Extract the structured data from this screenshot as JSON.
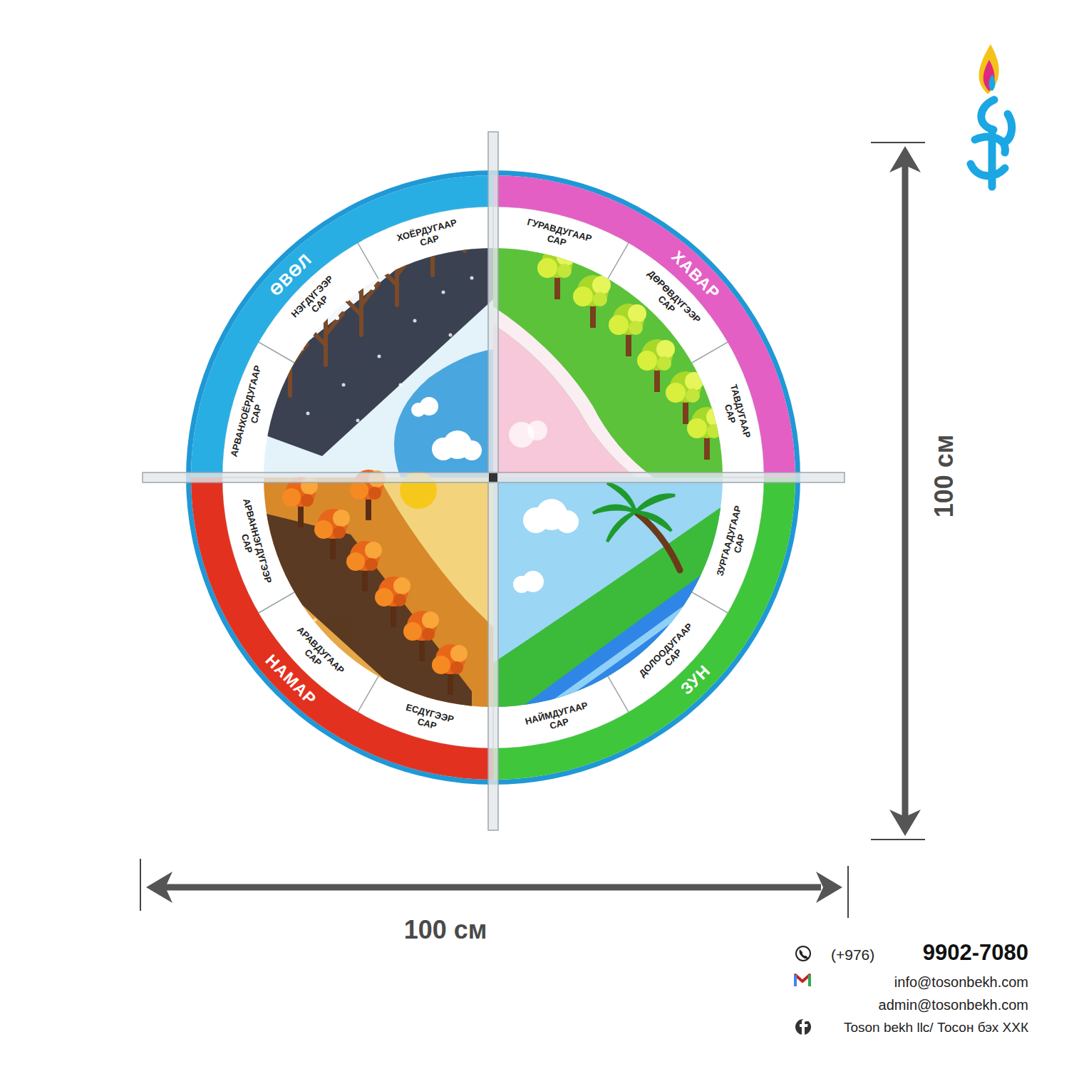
{
  "diagram": {
    "nodes": [
      {
        "text": [
          "ӨВӨЛ"
        ]
      },
      {
        "text": [
          "АРВАНХОЁРДУГААР САР"
        ]
      },
      {
        "text": [
          "НЭГДҮГЭЭР САР"
        ]
      },
      {
        "text": [
          "ХОЁРДУГААР САР"
        ]
      },
      {
        "text": [
          "ХАВАР"
        ]
      },
      {
        "text": [
          "ГУРАВДУГААР САР"
        ]
      },
      {
        "text": [
          "ДӨРӨВДҮГЭЭР САР"
        ]
      },
      {
        "text": [
          "ТАВДУГААР САР"
        ]
      },
      {
        "text": [
          "ЗУН"
        ]
      },
      {
        "text": [
          "ЗУРГААДУГААР САР"
        ]
      },
      {
        "text": [
          "ДОЛООДУГААР САР"
        ]
      },
      {
        "text": [
          "НАЙМДУГААР САР"
        ]
      },
      {
        "text": [
          "НАМАР"
        ]
      },
      {
        "text": [
          "ЕСДҮГЭЭР САР"
        ]
      },
      {
        "text": [
          "АРАВДУГААР САР"
        ]
      },
      {
        "text": [
          "АРВАННЭГДҮГЭЭР САР"
        ]
      }
    ],
    "labels": [
      "100 см",
      "100 см",
      "(+976)",
      "9902-7080",
      "info@tosonbekh.com",
      "admin@tosonbekh.com",
      "Toson bekh llc/ Тосон бэх ХХК"
    ]
  }
}
